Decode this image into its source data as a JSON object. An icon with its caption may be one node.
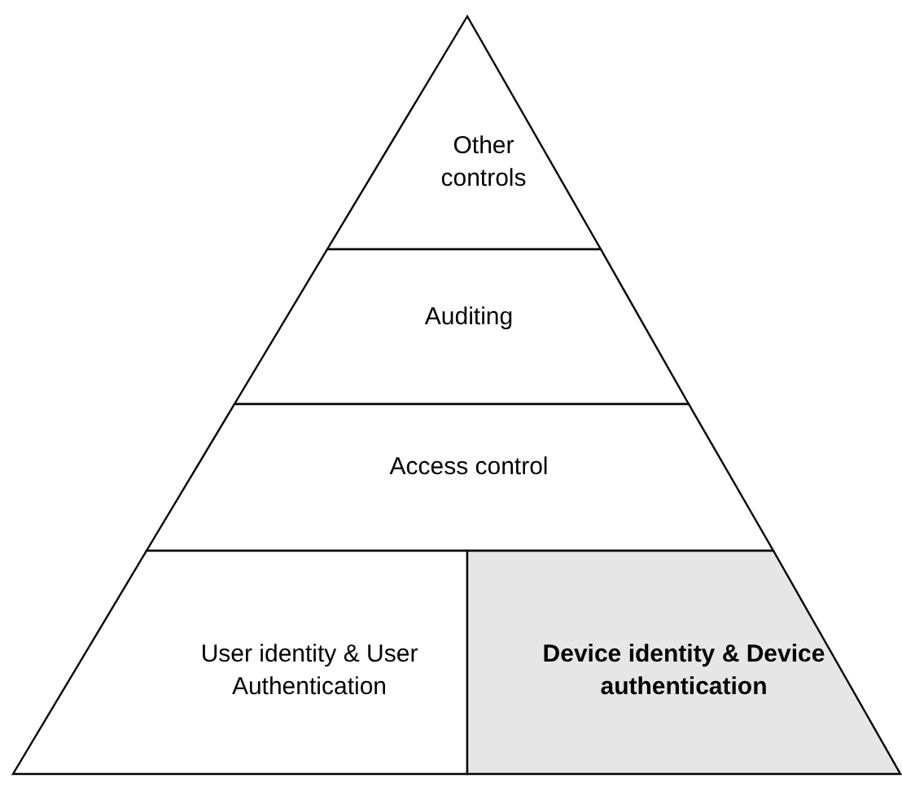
{
  "diagram": {
    "nodes": [
      {
        "text": [
          "Other controls"
        ]
      },
      {
        "text": [
          "Auditing"
        ]
      },
      {
        "text": [
          "Access control"
        ]
      },
      {
        "text": [
          "User identity & User Authentication"
        ]
      },
      {
        "text": [
          "Device identity & Device authentication"
        ]
      }
    ]
  }
}
